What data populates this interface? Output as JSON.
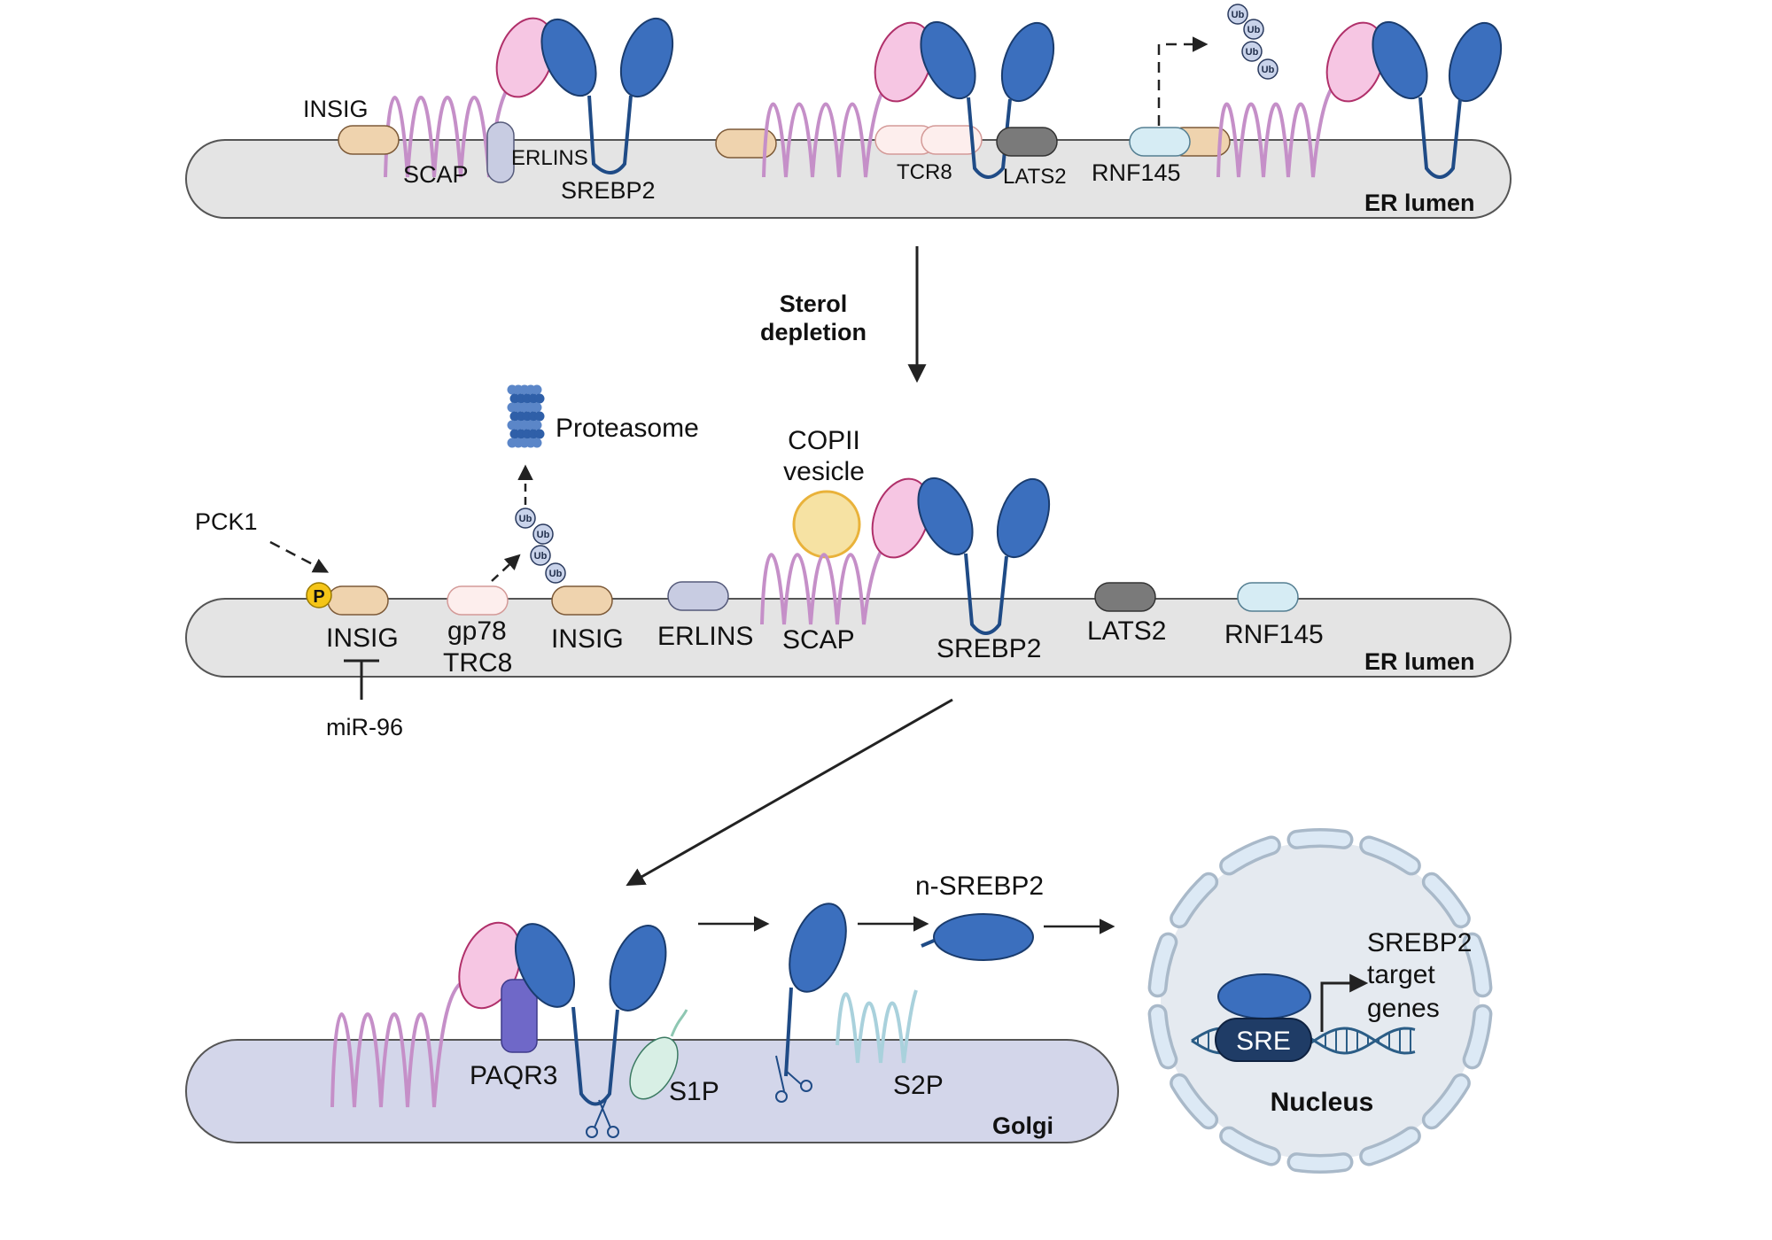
{
  "colors": {
    "membrane_er": "#e4e4e4",
    "membrane_golgi": "#d3d6ea",
    "nucleus_fill": "#e5eaf0",
    "nuclear_envelope": "#dce9f5",
    "scap_coil": "#c58fc8",
    "scap_head": "#f6c6e3",
    "srebp2": "#3b6fbe",
    "srebp2_dark": "#1f4b86",
    "insig": "#efd3ae",
    "erlins": "#c8cce2",
    "trc8": "#fdeeed",
    "lats2": "#7a7a7a",
    "rnf145": "#d6ecf4",
    "paqr3": "#6f68c8",
    "s1p": "#d8efe5",
    "s2p": "#a9d1dc",
    "copii": "#f6e2a3",
    "phospho": "#f5c518",
    "dna": "#2b5d86",
    "sre": "#1f3c66"
  },
  "icons": [
    "ubiquitin-icon",
    "proteasome-icon",
    "scissors-icon",
    "phosphate-icon",
    "dna-helix-icon",
    "arrow-icon",
    "inhibition-icon"
  ],
  "panel_er_top": {
    "compartment": "ER lumen",
    "labels": {
      "insig": "INSIG",
      "scap": "SCAP",
      "erlins": "ERLINS",
      "srebp2": "SREBP2",
      "tcr8": "TCR8",
      "lats2": "LATS2",
      "rnf145": "RNF145"
    },
    "ubiquitin": [
      "Ub",
      "Ub",
      "Ub",
      "Ub"
    ]
  },
  "transition": {
    "label_line1": "Sterol",
    "label_line2": "depletion"
  },
  "panel_er_middle": {
    "compartment": "ER lumen",
    "labels": {
      "pck1": "PCK1",
      "phospho": "P",
      "insig_left": "INSIG",
      "mir96": "miR-96",
      "gp78": "gp78",
      "trc8": "TRC8",
      "insig_right": "INSIG",
      "proteasome": "Proteasome",
      "erlins": "ERLINS",
      "copii_line1": "COPII",
      "copii_line2": "vesicle",
      "scap": "SCAP",
      "srebp2": "SREBP2",
      "lats2": "LATS2",
      "rnf145": "RNF145"
    },
    "ubiquitin": [
      "Ub",
      "Ub",
      "Ub",
      "Ub"
    ]
  },
  "panel_golgi": {
    "compartment": "Golgi",
    "labels": {
      "paqr3": "PAQR3",
      "s1p": "S1P",
      "s2p": "S2P",
      "n_srebp2": "n-SREBP2"
    }
  },
  "nucleus": {
    "label": "Nucleus",
    "sre": "SRE",
    "target_line1": "SREBP2",
    "target_line2": "target",
    "target_line3": "genes"
  }
}
